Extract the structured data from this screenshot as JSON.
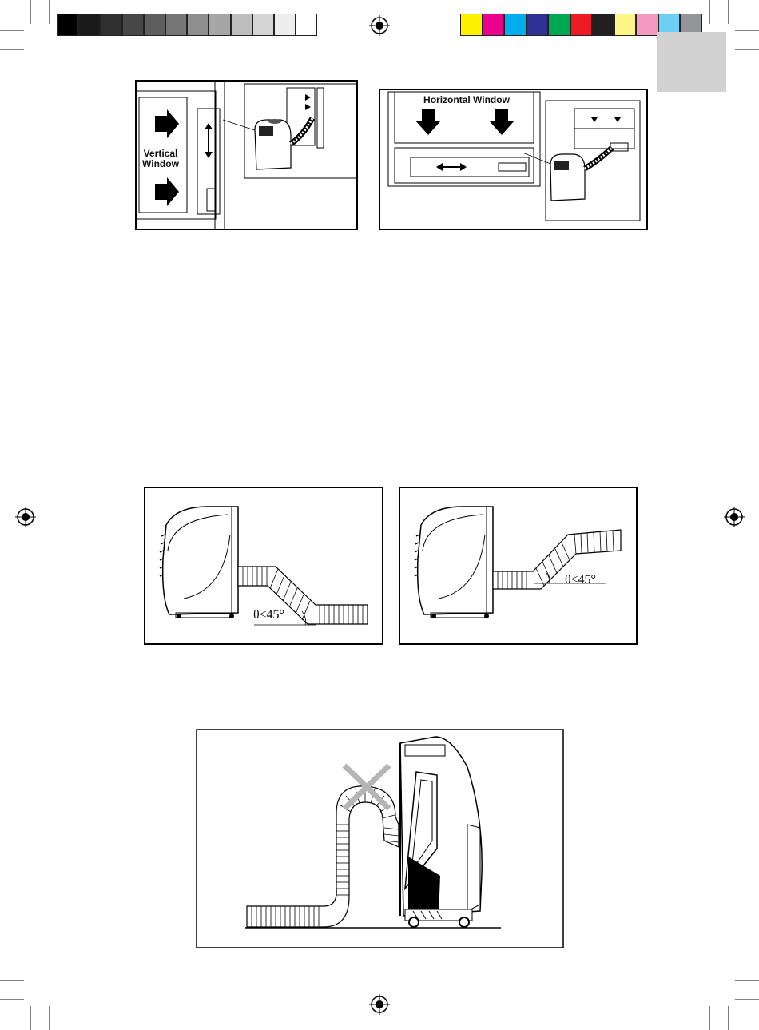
{
  "color_bar": {
    "grays": [
      "#000000",
      "#1a1a1a",
      "#303030",
      "#474747",
      "#5e5e5e",
      "#767676",
      "#8e8e8e",
      "#a6a6a6",
      "#bdbdbd",
      "#d5d5d5",
      "#ededed",
      "#ffffff"
    ],
    "colors": [
      "#fff200",
      "#ec008c",
      "#00aeef",
      "#2e3192",
      "#00a651",
      "#ed1c24",
      "#231f20",
      "#fff685",
      "#f49ac1",
      "#6dcff6",
      "#939598"
    ]
  },
  "figures": {
    "vertical_window": {
      "label_line1": "Vertical",
      "label_line2": "Window"
    },
    "horizontal_window": {
      "label": "Horizontal Window"
    },
    "hose_down": {
      "angle_label": "θ≤45°"
    },
    "hose_up": {
      "angle_label": "θ≤45°"
    },
    "hose_bent": {}
  }
}
